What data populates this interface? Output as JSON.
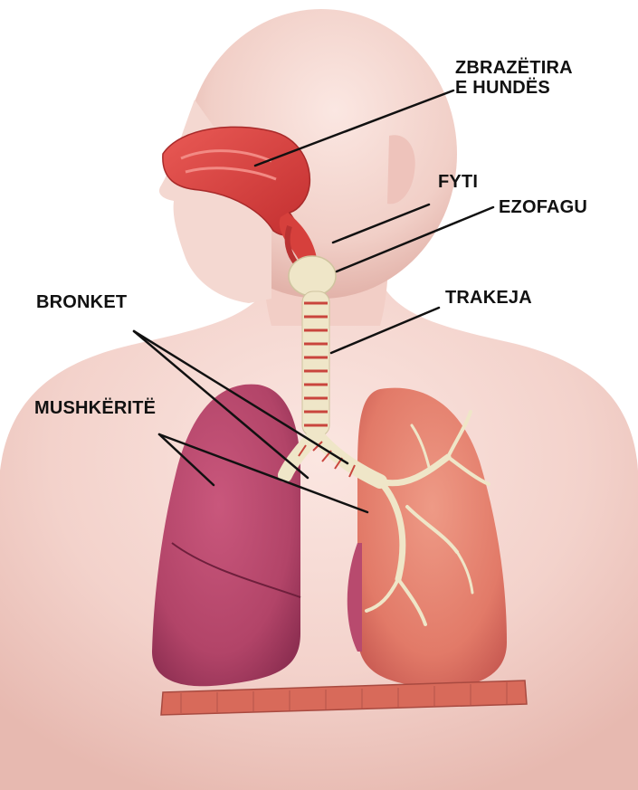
{
  "labels": {
    "nasal_cavity": [
      "ZBRAZËTIRA",
      "E HUNDËS"
    ],
    "pharynx": "FYTI",
    "esophagus": "EZOFAGU",
    "trachea": "TRAKEJA",
    "bronchi": "BRONKET",
    "lungs": "MUSHKËRITË"
  },
  "colors": {
    "skin": "#f4d6d0",
    "skin_shadow": "#e6b8b0",
    "nasal": "#d9443f",
    "lung_left": "#b84a6e",
    "lung_right": "#e07a6a",
    "cartilage": "#efe6c8",
    "diaphragm": "#d86a5a",
    "line": "#111111"
  }
}
